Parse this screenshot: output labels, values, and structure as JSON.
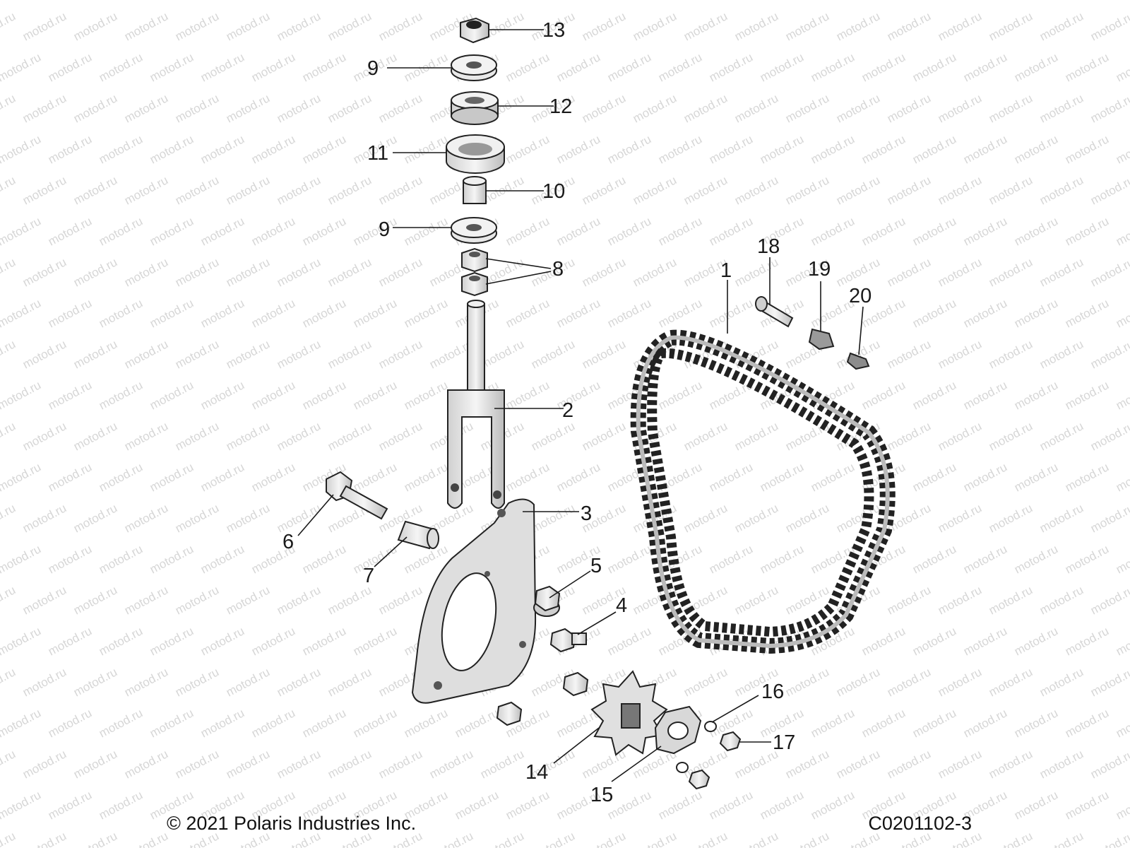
{
  "watermark": "motod.ru",
  "callouts": {
    "c1": "1",
    "c2": "2",
    "c3": "3",
    "c4": "4",
    "c5": "5",
    "c6": "6",
    "c7": "7",
    "c8": "8",
    "c9a": "9",
    "c9b": "9",
    "c10": "10",
    "c11": "11",
    "c12": "12",
    "c13": "13",
    "c14": "14",
    "c15": "15",
    "c16": "16",
    "c17": "17",
    "c18": "18",
    "c19": "19",
    "c20": "20"
  },
  "footer": {
    "copyright": "© 2021 Polaris Industries Inc.",
    "code": "C0201102-3"
  },
  "colors": {
    "part_fill": "#ececec",
    "part_shade": "#bdbdbd",
    "line": "#1a1a1a",
    "watermark": "#d6d6d6"
  }
}
